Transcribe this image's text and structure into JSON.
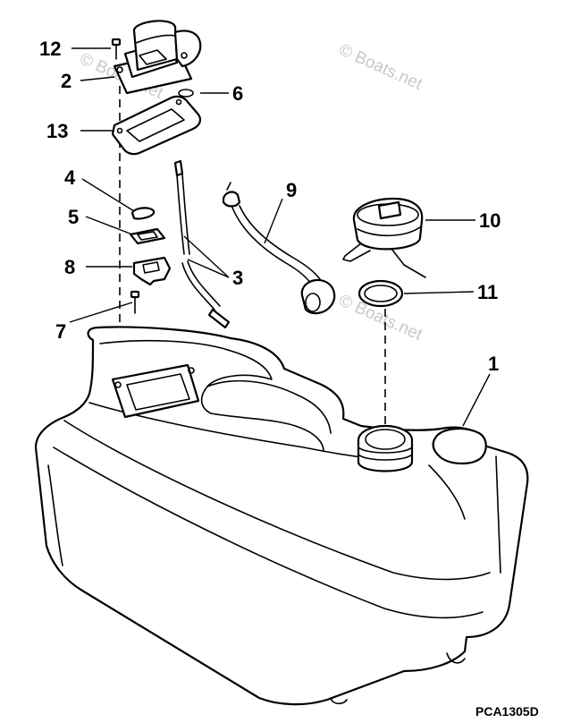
{
  "diagram": {
    "callouts": {
      "c1": "1",
      "c2": "2",
      "c3": "3",
      "c4": "4",
      "c5": "5",
      "c6": "6",
      "c7": "7",
      "c8": "8",
      "c9": "9",
      "c10": "10",
      "c11": "11",
      "c12": "12",
      "c13": "13"
    },
    "drawing_code": "PCA1305D",
    "watermark": "© Boats.net"
  }
}
